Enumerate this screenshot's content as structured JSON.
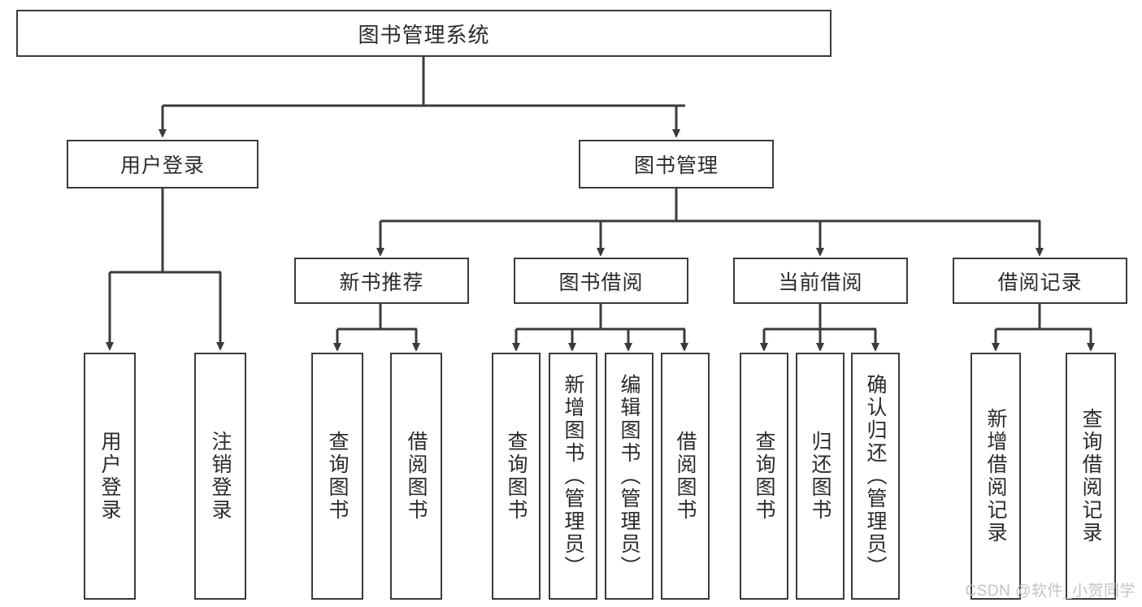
{
  "diagram": {
    "type": "tree-hierarchy-chart",
    "title_text": "图书管理系统",
    "colors": {
      "box_border": "#3b3b3b",
      "box_fill": "#ffffff",
      "connector": "#3b3b3b",
      "text": "#2b2b2b",
      "watermark": "#c3c3c3",
      "background": "#ffffff"
    },
    "levels": {
      "root": {
        "label": "图书管理系统"
      },
      "level2": [
        {
          "id": "user-login",
          "label": "用户登录"
        },
        {
          "id": "book-manage",
          "label": "图书管理"
        }
      ],
      "level3": [
        {
          "id": "new-book-recommend",
          "label": "新书推荐"
        },
        {
          "id": "book-borrow",
          "label": "图书借阅"
        },
        {
          "id": "current-borrow",
          "label": "当前借阅"
        },
        {
          "id": "borrow-record",
          "label": "借阅记录"
        }
      ],
      "leaves": {
        "user_login": [
          {
            "id": "leaf-user-login",
            "label": "用户登录"
          },
          {
            "id": "leaf-logout-login",
            "label": "注销登录"
          }
        ],
        "new_book_recommend": [
          {
            "id": "leaf-query-book-1",
            "label": "查询图书"
          },
          {
            "id": "leaf-borrow-book-1",
            "label": "借阅图书"
          }
        ],
        "book_borrow": [
          {
            "id": "leaf-query-book-2",
            "label": "查询图书"
          },
          {
            "id": "leaf-add-book-admin",
            "label": "新增图书（管理员）"
          },
          {
            "id": "leaf-edit-book-admin",
            "label": "编辑图书（管理员）"
          },
          {
            "id": "leaf-borrow-book-2",
            "label": "借阅图书"
          }
        ],
        "current_borrow": [
          {
            "id": "leaf-query-book-3",
            "label": "查询图书"
          },
          {
            "id": "leaf-return-book",
            "label": "归还图书"
          },
          {
            "id": "leaf-confirm-return-admin",
            "label": "确认归还（管理员）"
          }
        ],
        "borrow_record": [
          {
            "id": "leaf-add-borrow-record",
            "label": "新增借阅记录"
          },
          {
            "id": "leaf-query-borrow-record",
            "label": "查询借阅记录"
          }
        ]
      }
    },
    "watermark": "CSDN @软件_小贺同学"
  }
}
